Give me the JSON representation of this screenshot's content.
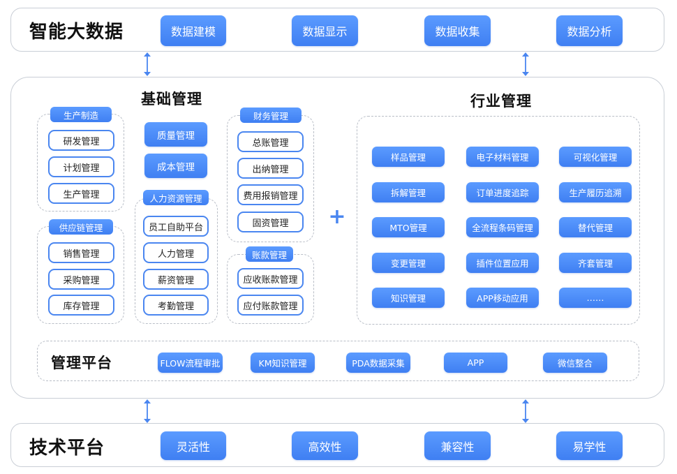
{
  "top": {
    "title": "智能大数据",
    "items": [
      "数据建模",
      "数据显示",
      "数据收集",
      "数据分析"
    ]
  },
  "basic": {
    "title": "基础管理",
    "production": {
      "label": "生产制造",
      "items": [
        "研发管理",
        "计划管理",
        "生产管理"
      ]
    },
    "supply": {
      "label": "供应链管理",
      "items": [
        "销售管理",
        "采购管理",
        "库存管理"
      ]
    },
    "standalone": [
      "质量管理",
      "成本管理"
    ],
    "hr": {
      "label": "人力资源管理",
      "items": [
        "员工自助平台",
        "人力管理",
        "薪资管理",
        "考勤管理"
      ]
    },
    "finance": {
      "label": "财务管理",
      "items": [
        "总账管理",
        "出纳管理",
        "费用报销管理",
        "固资管理"
      ]
    },
    "accounts": {
      "label": "账款管理",
      "items": [
        "应收账款管理",
        "应付账款管理"
      ]
    }
  },
  "plus": "+",
  "industry": {
    "title": "行业管理",
    "items": [
      "样品管理",
      "电子材料管理",
      "可视化管理",
      "拆解管理",
      "订单进度追踪",
      "生产履历追溯",
      "MTO管理",
      "全流程条码管理",
      "替代管理",
      "变更管理",
      "插件位置应用",
      "齐套管理",
      "知识管理",
      "APP移动应用",
      "……"
    ]
  },
  "platform": {
    "title": "管理平台",
    "items": [
      "FLOW流程审批",
      "KM知识管理",
      "PDA数据采集",
      "APP",
      "微信整合"
    ]
  },
  "tech": {
    "title": "技术平台",
    "items": [
      "灵活性",
      "高效性",
      "兼容性",
      "易学性"
    ]
  },
  "colors": {
    "accent": "#4a86f0",
    "border": "#c9ced6",
    "dash": "#b8bdc6"
  }
}
